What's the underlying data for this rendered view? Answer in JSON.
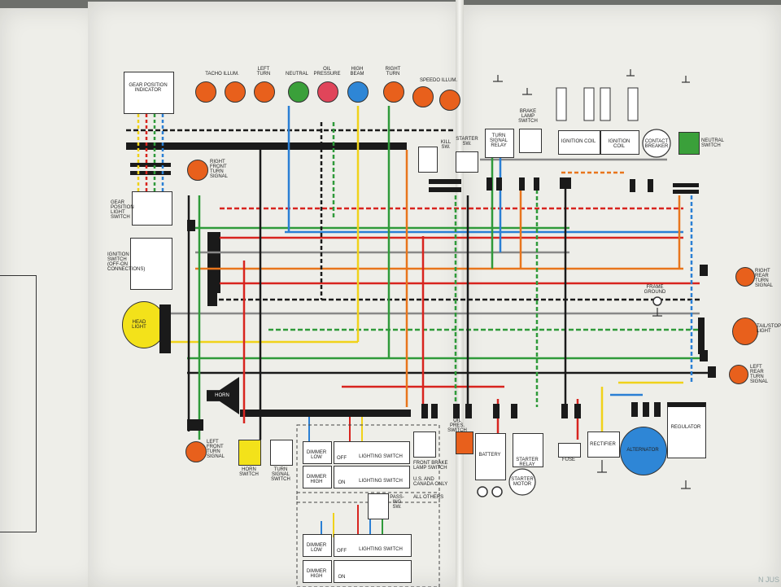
{
  "labels": {
    "gear_position_indicator": "GEAR POSITION INDICATOR",
    "tacho_illum": "TACHO ILLUM.",
    "left_turn": "LEFT TURN",
    "neutral": "NEUTRAL",
    "oil_pressure": "OIL PRESSURE",
    "high_beam": "HIGH BEAM",
    "right_turn": "RIGHT TURN",
    "speedo_illum": "SPEEDO ILLUM.",
    "brake_lamp_switch": "BRAKE LAMP SWITCH",
    "turn_signal_relay": "TURN SIGNAL RELAY",
    "kill_sw": "KILL SW.",
    "starter_sw": "STARTER SW.",
    "ignition_coil_1": "IGNITION COIL",
    "ignition_coil_2": "IGNITION COIL",
    "contact_breaker": "CONTACT BREAKER",
    "neutral_switch": "NEUTRAL SWITCH",
    "right_front_turn_signal": "RIGHT FRONT TURN SIGNAL",
    "gear_position_light_switch": "GEAR POSITION LIGHT SWITCH",
    "ignition_switch": "IGNITION SWITCH (OFF-ON CONNECTIONS)",
    "headlight": "HEAD LIGHT",
    "horn": "HORN",
    "horn_switch": "HORN SWITCH",
    "turn_signal_switch": "TURN SIGNAL SWITCH",
    "left_front_turn_signal": "LEFT FRONT TURN SIGNAL",
    "frame_ground": "FRAME GROUND",
    "right_rear_turn_signal": "RIGHT REAR TURN SIGNAL",
    "tail_stop_light": "TAIL/STOP LIGHT",
    "left_rear_turn_signal": "LEFT REAR TURN SIGNAL",
    "dimmer_low": "DIMMER LOW",
    "dimmer_high": "DIMMER HIGH",
    "off": "OFF",
    "on": "ON",
    "lighting_switch": "LIGHTING SWITCH",
    "front_brake_lamp_switch": "FRONT BRAKE LAMP SWITCH",
    "us_canada_only": "U.S. and CANADA ONLY",
    "all_others": "ALL OTHERS",
    "passing_sw": "PASS-ING SW.",
    "oil_press_switch": "OIL PRES. SWITCH",
    "battery": "BATTERY",
    "starter_relay": "STARTER RELAY",
    "starter_motor": "STARTER MOTOR",
    "fuse": "FUSE",
    "rectifier": "RECTIFIER",
    "alternator": "ALTERNATOR",
    "regulator": "REGULATOR",
    "corner_text": "N JUS"
  },
  "colors": {
    "bulb_orange": "#e8601c",
    "bulb_green": "#3aa03a",
    "bulb_pink": "#e0455a",
    "bulb_blue": "#2e86d6",
    "headlight_yellow": "#f3e21a",
    "wire_red": "#d8241f",
    "wire_blue": "#2a7fd4",
    "wire_green": "#2f9a3a",
    "wire_yellow": "#f0d21a",
    "wire_orange": "#e8751c",
    "wire_black": "#1a1a1a",
    "wire_brown": "#8a5a2a",
    "page": "#eeeee9"
  }
}
